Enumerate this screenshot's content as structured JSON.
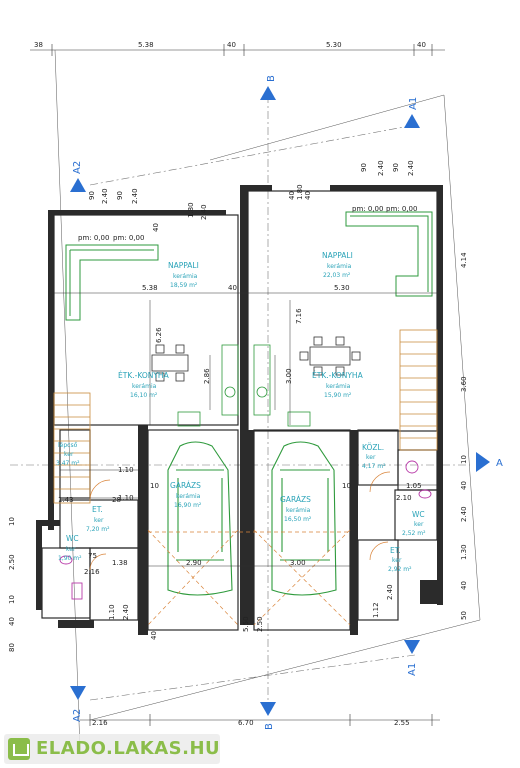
{
  "top_dims": [
    "38",
    "5.38",
    "40",
    "5.30",
    "40"
  ],
  "section_labels": {
    "b": "B",
    "a": "A",
    "a1": "A1",
    "a2": "A2"
  },
  "rooms": {
    "nappali_left": {
      "name": "NAPPALI",
      "floor": "kerámia",
      "area": "18,59 m²"
    },
    "nappali_right": {
      "name": "NAPPALI",
      "floor": "kerámia",
      "area": "22,03 m²"
    },
    "etk_left": {
      "name": "ÉTK.-KONYHA",
      "floor": "kerámia",
      "area": "16,10 m²"
    },
    "etk_right": {
      "name": "ÉTK.-KONYHA",
      "floor": "kerámia",
      "area": "15,90 m²"
    },
    "garazs_left": {
      "name": "GARÁZS",
      "floor": "kerámia",
      "area": "16,90 m²"
    },
    "garazs_right": {
      "name": "GARÁZS",
      "floor": "kerámia",
      "area": "16,50 m²"
    },
    "kozl": {
      "name": "KÖZL.",
      "floor": "ker",
      "area": "4,17 m²"
    },
    "lepcso": {
      "name": "lépcső",
      "floor": "ker",
      "area": "3,47 m²"
    },
    "et_left": {
      "name": "ET.",
      "floor": "ker",
      "area": "7,20 m²"
    },
    "et_right": {
      "name": "ET.",
      "floor": "ker",
      "area": "2,92 m²"
    },
    "wc_left": {
      "name": "WC",
      "floor": "ker",
      "area": "1,90 m²"
    },
    "wc_right": {
      "name": "WC",
      "floor": "ker",
      "area": "2,52 m²"
    }
  },
  "pm_left": "pm: 0,00",
  "pm_left2": "pm: 0,00",
  "pm_right": "pm: 0,00",
  "pm_right2": "pm: 0,00",
  "inner_dims": {
    "d538": "5.38",
    "d40a": "40",
    "d530": "5.30",
    "d626": "6.26",
    "d716": "7.16",
    "d286": "2.86",
    "d300": "3.00",
    "d180": "1.80",
    "d240a": "2.40",
    "d40b": "40",
    "d290": "2.90",
    "d300b": "3.00",
    "d110": "1.10",
    "d110b": "1.10",
    "d143": "1.43",
    "d28": "28",
    "d10a": "10",
    "d10b": "10",
    "d105": "1.05",
    "d210": "2.10",
    "d138": "1.38",
    "d75": "75",
    "d216s": "2.16",
    "d550": "5.50",
    "d250": "2.50",
    "d112": "1.12",
    "d240b": "2.40",
    "d110c": "1.10",
    "d240c": "2.40",
    "d40c": "40"
  },
  "top_small_left": [
    "90",
    "2.40",
    "90",
    "2.40"
  ],
  "top_small_right": [
    "90",
    "2.40",
    "90",
    "2.40"
  ],
  "mid_small": [
    "40",
    "1.80",
    "40"
  ],
  "right_dims": [
    "4.14",
    "3.60",
    "10",
    "40",
    "2.40",
    "1.30",
    "40",
    "50"
  ],
  "left_dims": [
    "10",
    "2.50",
    "10",
    "40",
    "80"
  ],
  "bottom_dims": [
    "2.16",
    "6.70",
    "2.55"
  ],
  "watermark": "ELADO.LAKAS.HU"
}
